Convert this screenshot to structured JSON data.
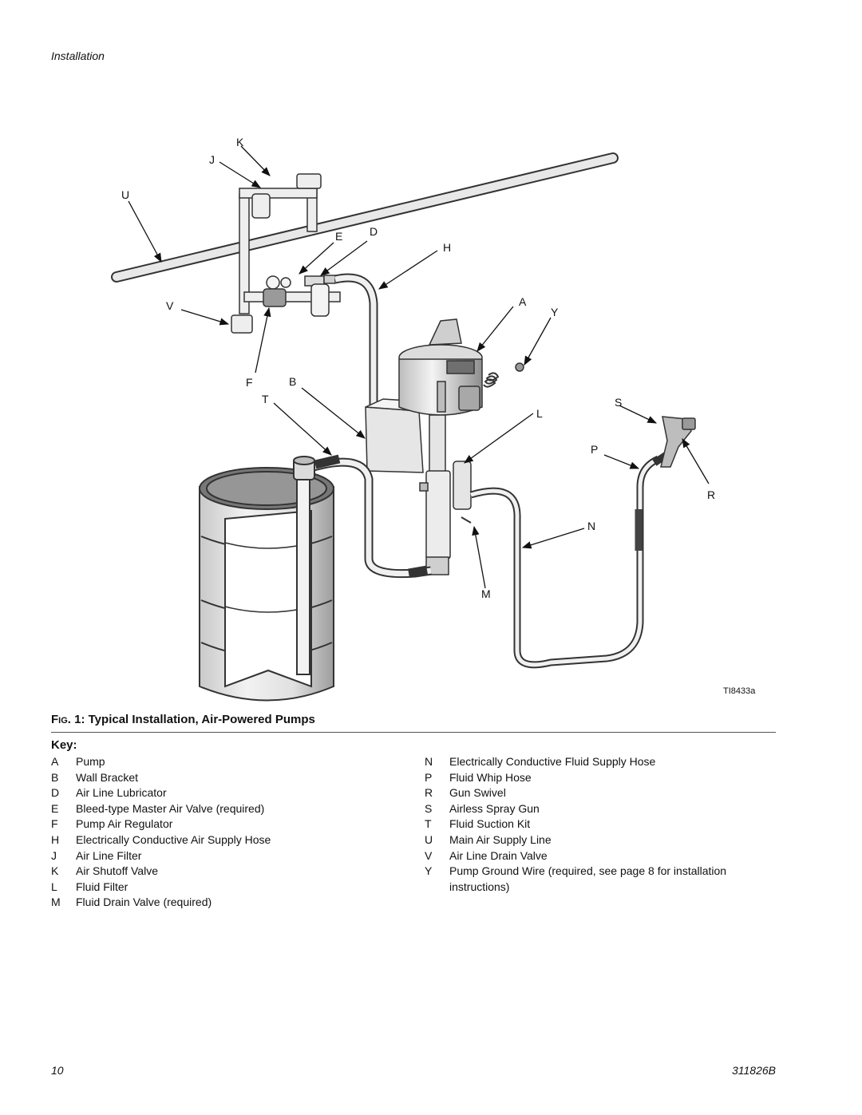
{
  "header": {
    "section": "Installation"
  },
  "figure": {
    "id": "TI8433a",
    "callouts": {
      "K": "K",
      "J": "J",
      "U": "U",
      "E": "E",
      "D": "D",
      "H": "H",
      "A": "A",
      "Y": "Y",
      "V": "V",
      "F": "F",
      "B": "B",
      "T": "T",
      "L": "L",
      "S": "S",
      "P": "P",
      "R": "R",
      "N": "N",
      "M": "M"
    }
  },
  "caption": {
    "prefix_f": "F",
    "prefix_ig": "IG",
    "text": ". 1: Typical Installation, Air-Powered Pumps"
  },
  "key": {
    "heading": "Key:",
    "left": [
      {
        "letter": "A",
        "text": "Pump"
      },
      {
        "letter": "B",
        "text": "Wall Bracket"
      },
      {
        "letter": "D",
        "text": "Air Line Lubricator"
      },
      {
        "letter": "E",
        "text": "Bleed-type Master Air Valve (required)"
      },
      {
        "letter": "F",
        "text": "Pump Air Regulator"
      },
      {
        "letter": "H",
        "text": "Electrically Conductive Air Supply Hose"
      },
      {
        "letter": "J",
        "text": "Air Line Filter"
      },
      {
        "letter": "K",
        "text": "Air Shutoff Valve"
      },
      {
        "letter": "L",
        "text": "Fluid Filter"
      },
      {
        "letter": "M",
        "text": "Fluid Drain Valve (required)"
      }
    ],
    "right": [
      {
        "letter": "N",
        "text": "Electrically Conductive Fluid Supply Hose"
      },
      {
        "letter": "P",
        "text": "Fluid Whip Hose"
      },
      {
        "letter": "R",
        "text": "Gun Swivel"
      },
      {
        "letter": "S",
        "text": "Airless Spray Gun"
      },
      {
        "letter": "T",
        "text": "Fluid Suction Kit"
      },
      {
        "letter": "U",
        "text": "Main Air Supply Line"
      },
      {
        "letter": "V",
        "text": "Air Line Drain Valve"
      },
      {
        "letter": "Y",
        "text": "Pump Ground Wire (required, see page 8 for installation instructions)"
      }
    ]
  },
  "footer": {
    "page": "10",
    "doc": "311826B"
  }
}
